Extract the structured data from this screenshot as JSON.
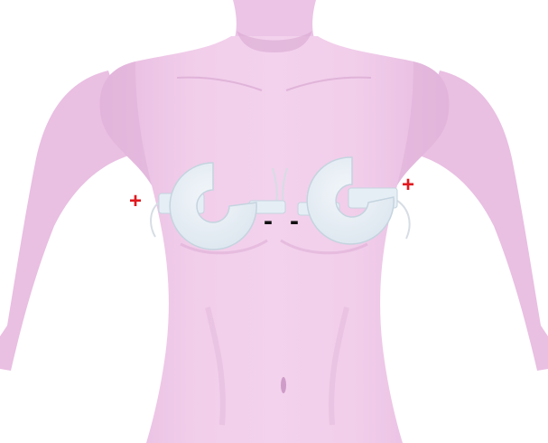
{
  "image": {
    "subject": "torso-with-electrode-pads"
  },
  "labels": {
    "left_positive": "+",
    "right_positive": "+",
    "left_negative": "-",
    "right_negative": "-"
  },
  "colors": {
    "background": "#ffffff",
    "skin": "#efc8e8",
    "skin_shadow": "#d9a8d2",
    "pad": "#e6eef5",
    "pad_edge": "#c4d4df",
    "positive": "#e0191f",
    "negative": "#111111"
  },
  "icons": {
    "pad_left": "c-shaped-electrode-pad",
    "pad_right": "c-shaped-electrode-pad"
  }
}
